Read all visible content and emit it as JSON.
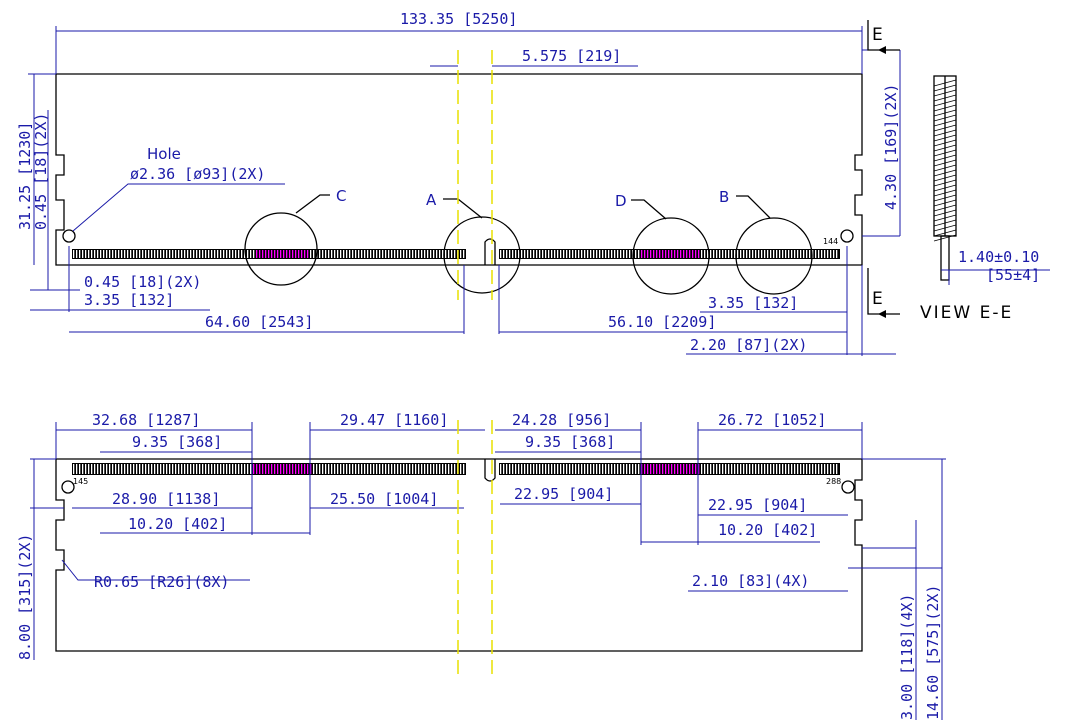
{
  "colors": {
    "outline": "#000000",
    "dimension": "#1a1aa8",
    "centerline": "#e8e000",
    "highlight": "#ff00ff"
  },
  "top_view": {
    "overall_length": "133.35 [5250]",
    "notch_width": "5.575 [219]",
    "height": "31.25 [1230]",
    "hole_offset_vertical": "0.45 [18](2X)",
    "hole_label": "Hole",
    "hole_diameter": "ø2.36 [ø93](2X)",
    "edge_offset": "0.45 [18](2X)",
    "left_hole_x": "3.35 [132]",
    "left_to_notch": "64.60 [2543]",
    "right_hole_x": "3.35 [132]",
    "right_to_notch": "56.10 [2209]",
    "right_side_offset": "2.20 [87](2X)",
    "right_notch_height": "4.30 [169](2X)",
    "detail_a": "A",
    "detail_b": "B",
    "detail_c": "C",
    "detail_d": "D",
    "section_e": "E",
    "pin_144": "144"
  },
  "view_ee": {
    "title": "VIEW E-E",
    "thickness": "1.40±0.10",
    "thickness_mils": "[55±4]"
  },
  "bottom_view": {
    "left_section": "32.68 [1287]",
    "left_pink_start": "9.35 [368]",
    "center_left": "29.47 [1160]",
    "center_right": "24.28 [956]",
    "right_pink_start": "9.35 [368]",
    "right_section": "26.72 [1052]",
    "left_inner": "28.90 [1138]",
    "left_key": "25.50 [1004]",
    "left_pink": "10.20 [402]",
    "right_inner_top": "22.95 [904]",
    "right_inner": "22.95 [904]",
    "right_pink": "10.20 [402]",
    "notch_height": "8.00 [315](2X)",
    "radius": "R0.65 [R26](8X)",
    "notch_depth": "2.10 [83](4X)",
    "notch_3": "3.00 [118](4X)",
    "notch_14": "14.60 [575](2X)",
    "pin_145": "145",
    "pin_288": "288"
  }
}
